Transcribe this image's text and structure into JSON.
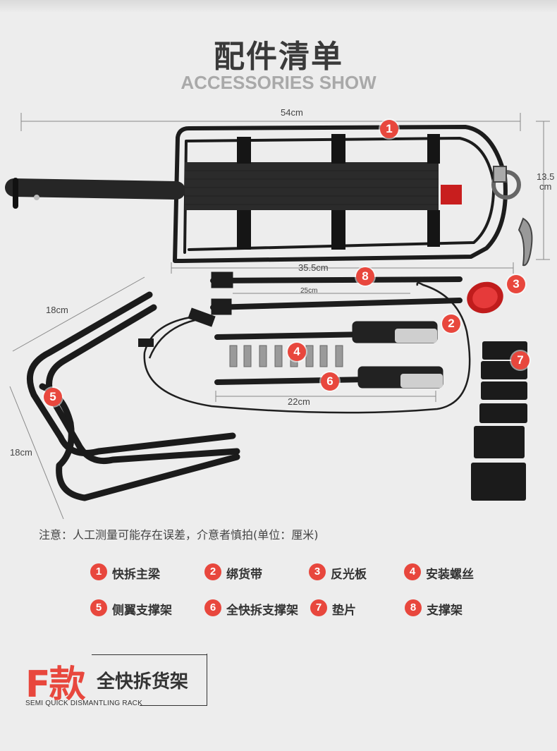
{
  "header": {
    "title": "配件清单",
    "subtitle": "ACCESSORIES SHOW"
  },
  "dimensions": {
    "rack_length": "54cm",
    "rack_height_line1": "13.5",
    "rack_height_line2": "cm",
    "support_top": "35.5cm",
    "support_mid": "25cm",
    "support_bottom": "22cm",
    "side_wing_top": "18cm",
    "side_wing_left": "18cm"
  },
  "markers": [
    "1",
    "2",
    "3",
    "4",
    "5",
    "6",
    "7",
    "8"
  ],
  "note": "注意：人工测量可能存在误差，介意者慎拍(单位：厘米)",
  "legend": [
    {
      "num": "1",
      "label": "快拆主梁"
    },
    {
      "num": "2",
      "label": "绑货带"
    },
    {
      "num": "3",
      "label": "反光板"
    },
    {
      "num": "4",
      "label": "安装螺丝"
    },
    {
      "num": "5",
      "label": "侧翼支撑架"
    },
    {
      "num": "6",
      "label": "全快拆支撑架"
    },
    {
      "num": "7",
      "label": "垫片"
    },
    {
      "num": "8",
      "label": "支撑架"
    }
  ],
  "product": {
    "model": "F款",
    "name": "全快拆货架",
    "english": "SEMI QUICK DISMANTLING RACK"
  },
  "colors": {
    "accent": "#e8473d",
    "background": "#ededed"
  }
}
